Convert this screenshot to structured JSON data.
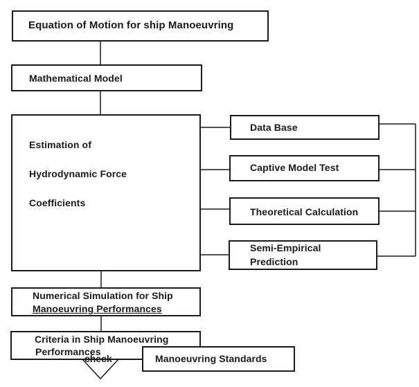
{
  "diagram": {
    "nodes": {
      "equation": "Equation of Motion for ship Manoeuvring",
      "model": "Mathematical Model",
      "estimation": [
        "Estimation of",
        "Hydrodynamic Force",
        "Coefficients"
      ],
      "database": "Data Base",
      "captive": "Captive Model Test",
      "theoretical": "Theoretical Calculation",
      "semi": [
        "Semi-Empirical",
        "Prediction"
      ],
      "simulation": [
        "Numerical Simulation for Ship",
        "Manoeuvring Performances"
      ],
      "criteria": [
        "Criteria in Ship Manoeuvring",
        "Performances"
      ],
      "check": "check",
      "standards": "Manoeuvring Standards"
    },
    "line_color": "#1a1a1a"
  }
}
